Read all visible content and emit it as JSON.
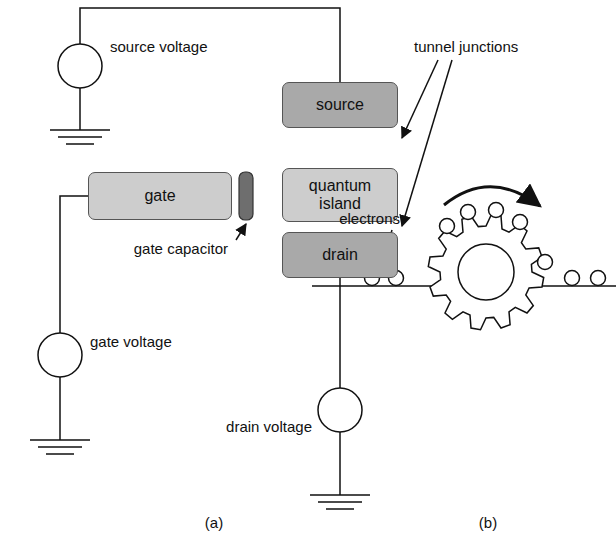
{
  "diagram": {
    "nodes": [
      {
        "text": [
          "source"
        ]
      },
      {
        "text": [
          "gate"
        ]
      },
      {
        "text": [
          "quantum island"
        ]
      },
      {
        "text": [
          "drain"
        ]
      }
    ],
    "labels": [
      "source voltage",
      "tunnel junctions",
      "gate capacitor",
      "gate voltage",
      "drain voltage",
      "electrons",
      "(a)",
      "(b)"
    ]
  }
}
